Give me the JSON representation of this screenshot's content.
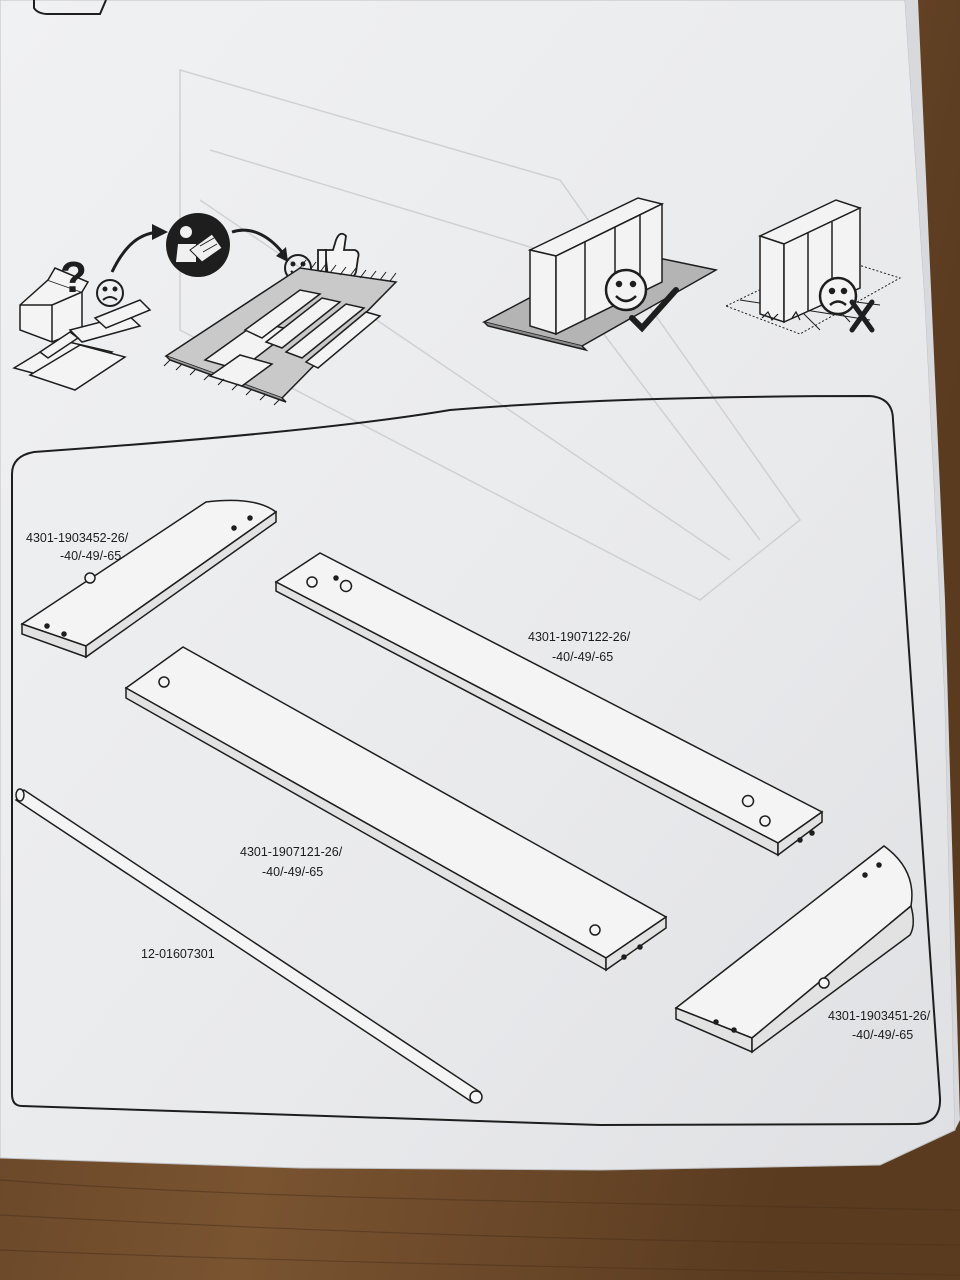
{
  "parts": [
    {
      "id": "end-board-left",
      "code_line1": "4301-1903452-26/",
      "code_line2": "-40/-49/-65"
    },
    {
      "id": "long-board-top",
      "code_line1": "4301-1907122-26/",
      "code_line2": "-40/-49/-65"
    },
    {
      "id": "long-board-middle",
      "code_line1": "4301-1907121-26/",
      "code_line2": "-40/-49/-65"
    },
    {
      "id": "rod",
      "code_line1": "12-01607301"
    },
    {
      "id": "end-board-right",
      "code_line1": "4301-1903451-26/",
      "code_line2": "-40/-49/-65"
    }
  ],
  "icons": [
    "question-mark-icon",
    "sad-face-icon",
    "read-manual-icon",
    "happy-face-icon",
    "thumbs-up-icon",
    "check-mark-icon",
    "cross-mark-icon"
  ],
  "colors": {
    "paper": "#ecedef",
    "ink": "#1e1e1e",
    "table": "#6b4a2c"
  }
}
